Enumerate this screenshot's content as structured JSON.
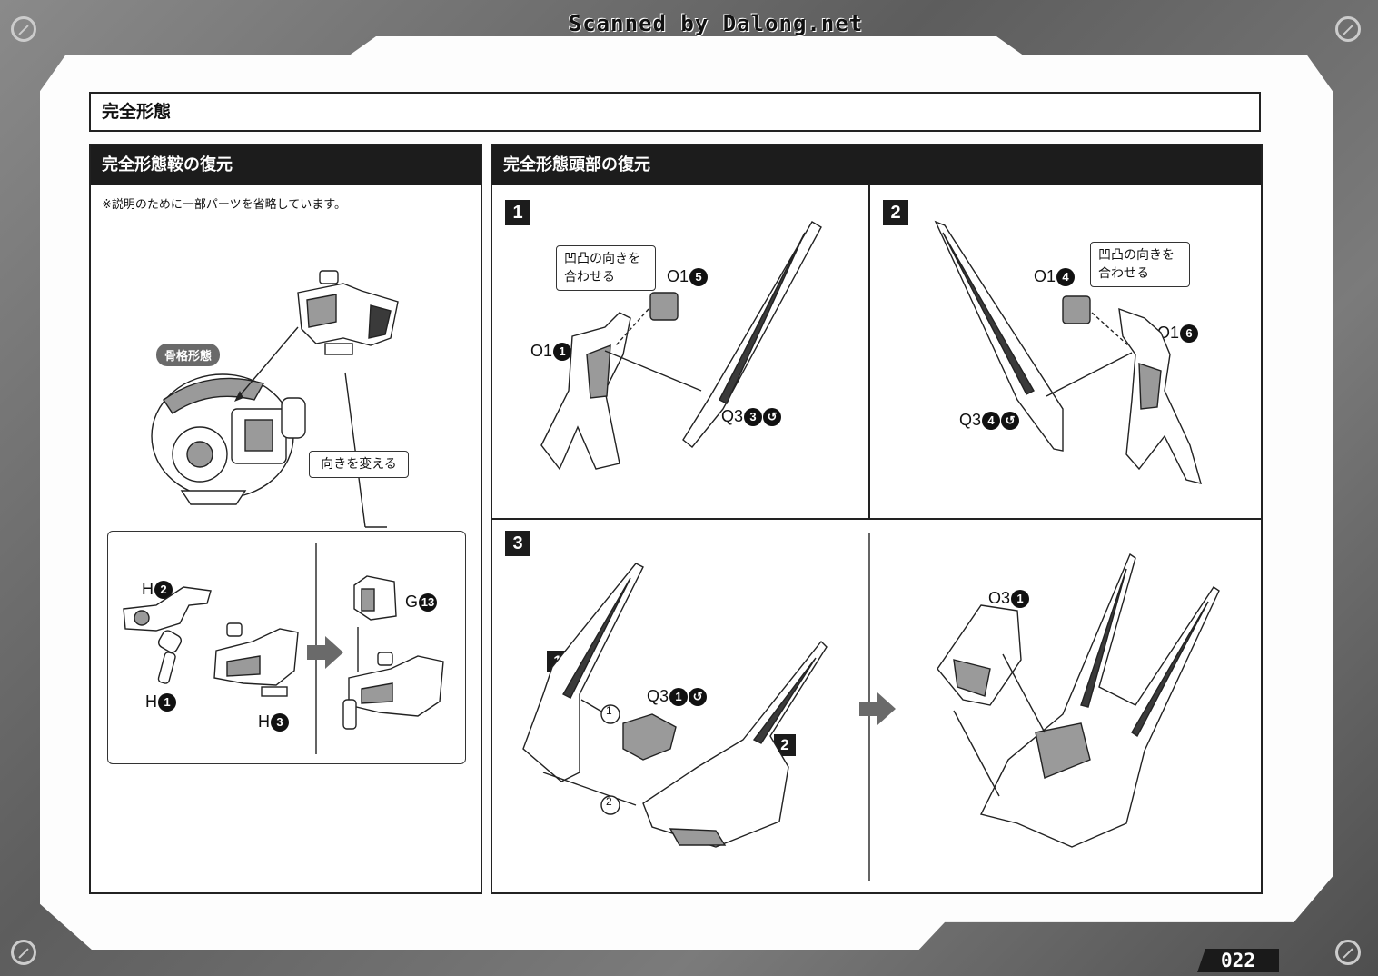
{
  "watermark": "Scanned by Dalong.net",
  "page_number": "022",
  "main_title": "完全形態",
  "left_panel": {
    "heading": "完全形態鞍の復元",
    "note": "※説明のために一部パーツを省略しています。",
    "skeleton_label": "骨格形態",
    "change_direction_label": "向きを変える",
    "parts": {
      "h2": {
        "letter": "H",
        "num": "2"
      },
      "h1": {
        "letter": "H",
        "num": "1"
      },
      "h3": {
        "letter": "H",
        "num": "3"
      },
      "g13": {
        "letter": "G",
        "num": "13"
      }
    }
  },
  "right_panel": {
    "heading": "完全形態頭部の復元",
    "steps": [
      {
        "number": "1",
        "callout": [
          "凹凸の向きを",
          "合わせる"
        ],
        "parts": [
          {
            "letter": "O1",
            "num": "5"
          },
          {
            "letter": "O1",
            "num": "1"
          },
          {
            "letter": "Q3",
            "num": "3"
          }
        ]
      },
      {
        "number": "2",
        "callout": [
          "凹凸の向きを",
          "合わせる"
        ],
        "parts": [
          {
            "letter": "O1",
            "num": "4"
          },
          {
            "letter": "O1",
            "num": "6"
          },
          {
            "letter": "Q3",
            "num": "4"
          }
        ]
      },
      {
        "number": "3",
        "sub_badges": [
          "1",
          "2"
        ],
        "order_marks": [
          "1",
          "2"
        ],
        "parts": [
          {
            "letter": "Q3",
            "num": "1"
          },
          {
            "letter": "O3",
            "num": "1"
          }
        ]
      }
    ]
  }
}
